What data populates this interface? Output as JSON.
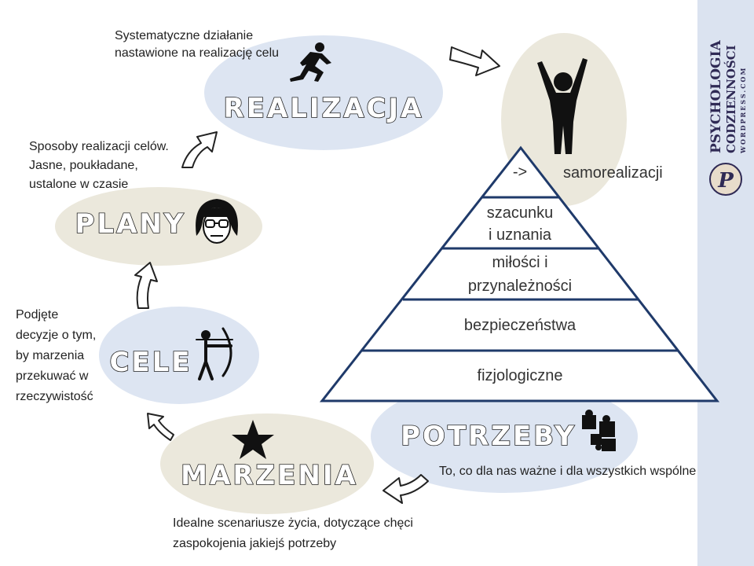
{
  "stages": {
    "realizacja": {
      "label": "REALIZACJA",
      "description": [
        "Systematyczne działanie",
        "nastawione na realizację celu"
      ]
    },
    "plany": {
      "label": "PLANY",
      "description": [
        "Sposoby realizacji celów.",
        "Jasne, poukładane,",
        "ustalone w czasie"
      ]
    },
    "cele": {
      "label": "CELE",
      "description": [
        "Podjęte",
        "decyzje o tym,",
        "by marzenia",
        "przekuwać w",
        "rzeczywistość"
      ]
    },
    "marzenia": {
      "label": "MARZENIA",
      "description": [
        "Idealne scenariusze życia, dotyczące chęci",
        "zaspokojenia jakiejś potrzeby"
      ]
    },
    "potrzeby": {
      "label": "POTRZEBY",
      "description": [
        "To, co dla nas ważne i dla wszystkich wspólne"
      ]
    }
  },
  "pyramid": {
    "levels": [
      {
        "lines": [
          "->"
        ]
      },
      {
        "lines": [
          "szacunku",
          "i uznania"
        ]
      },
      {
        "lines": [
          "miłości i",
          "przynależności"
        ]
      },
      {
        "lines": [
          "bezpieczeństwa"
        ]
      },
      {
        "lines": [
          "fizjologiczne"
        ]
      }
    ],
    "top_label": "samorealizacji"
  },
  "branding": {
    "line1": "PSYCHOLOGIA",
    "line2": "CODZIENNOŚCI",
    "line3": "WORDPRESS.COM",
    "logo_letter": "P"
  },
  "colors": {
    "blue": "#dde5f2",
    "beige": "#ebe8dc",
    "pyramid_stroke": "#1f3a6a",
    "sidebar": "#dbe3f0"
  }
}
